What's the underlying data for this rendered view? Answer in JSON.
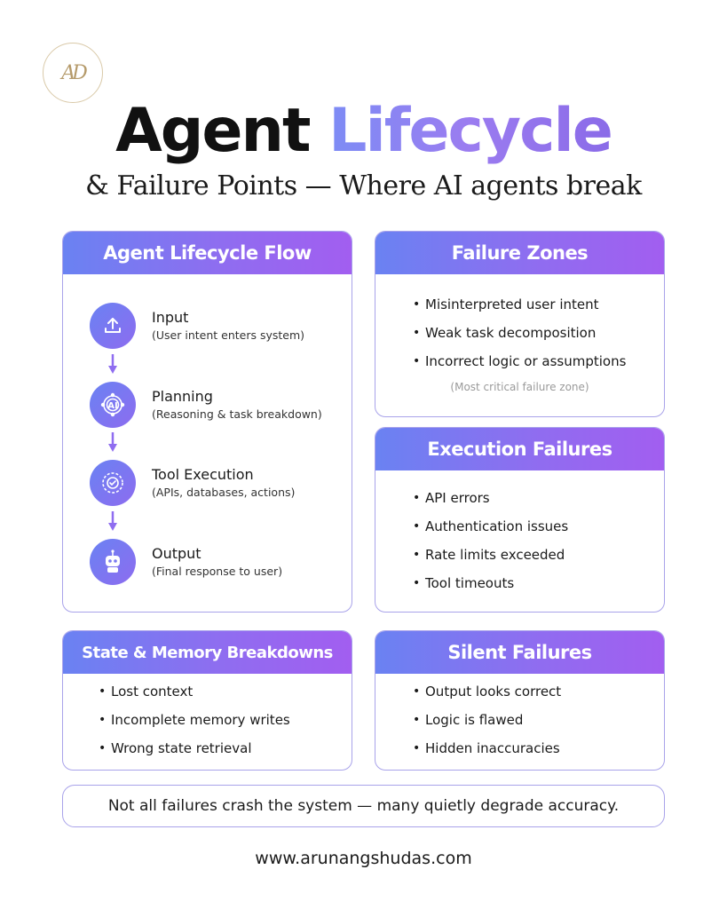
{
  "logo": "AD",
  "title": {
    "part1": "Agent",
    "part2": "Lifecycle"
  },
  "subtitle": "& Failure Points — Where AI agents break",
  "flow": {
    "heading": "Agent Lifecycle Flow",
    "steps": [
      {
        "icon": "upload-icon",
        "title": "Input",
        "sub": "(User intent enters system)"
      },
      {
        "icon": "ai-brain-icon",
        "title": "Planning",
        "sub": "(Reasoning & task breakdown)"
      },
      {
        "icon": "gear-icon",
        "title": "Tool Execution",
        "sub": "(APIs, databases, actions)"
      },
      {
        "icon": "robot-icon",
        "title": "Output",
        "sub": "(Final response to user)"
      }
    ]
  },
  "failure_zones": {
    "heading": "Failure Zones",
    "items": [
      "Misinterpreted user intent",
      "Weak task decomposition",
      "Incorrect logic or assumptions"
    ],
    "note": "(Most critical failure zone)"
  },
  "execution_failures": {
    "heading": "Execution Failures",
    "items": [
      "API errors",
      "Authentication issues",
      "Rate limits exceeded",
      "Tool timeouts"
    ]
  },
  "state_memory": {
    "heading": "State & Memory Breakdowns",
    "items": [
      "Lost context",
      "Incomplete memory writes",
      "Wrong state retrieval"
    ]
  },
  "silent_failures": {
    "heading": "Silent Failures",
    "items": [
      "Output looks correct",
      "Logic is flawed",
      "Hidden inaccuracies"
    ]
  },
  "footer_note": "Not all failures crash the system — many quietly degrade accuracy.",
  "website": "www.arunangshudas.com",
  "colors": {
    "accent_start": "#6a82f2",
    "accent_end": "#a25ef0",
    "border": "#a9a3ea"
  }
}
